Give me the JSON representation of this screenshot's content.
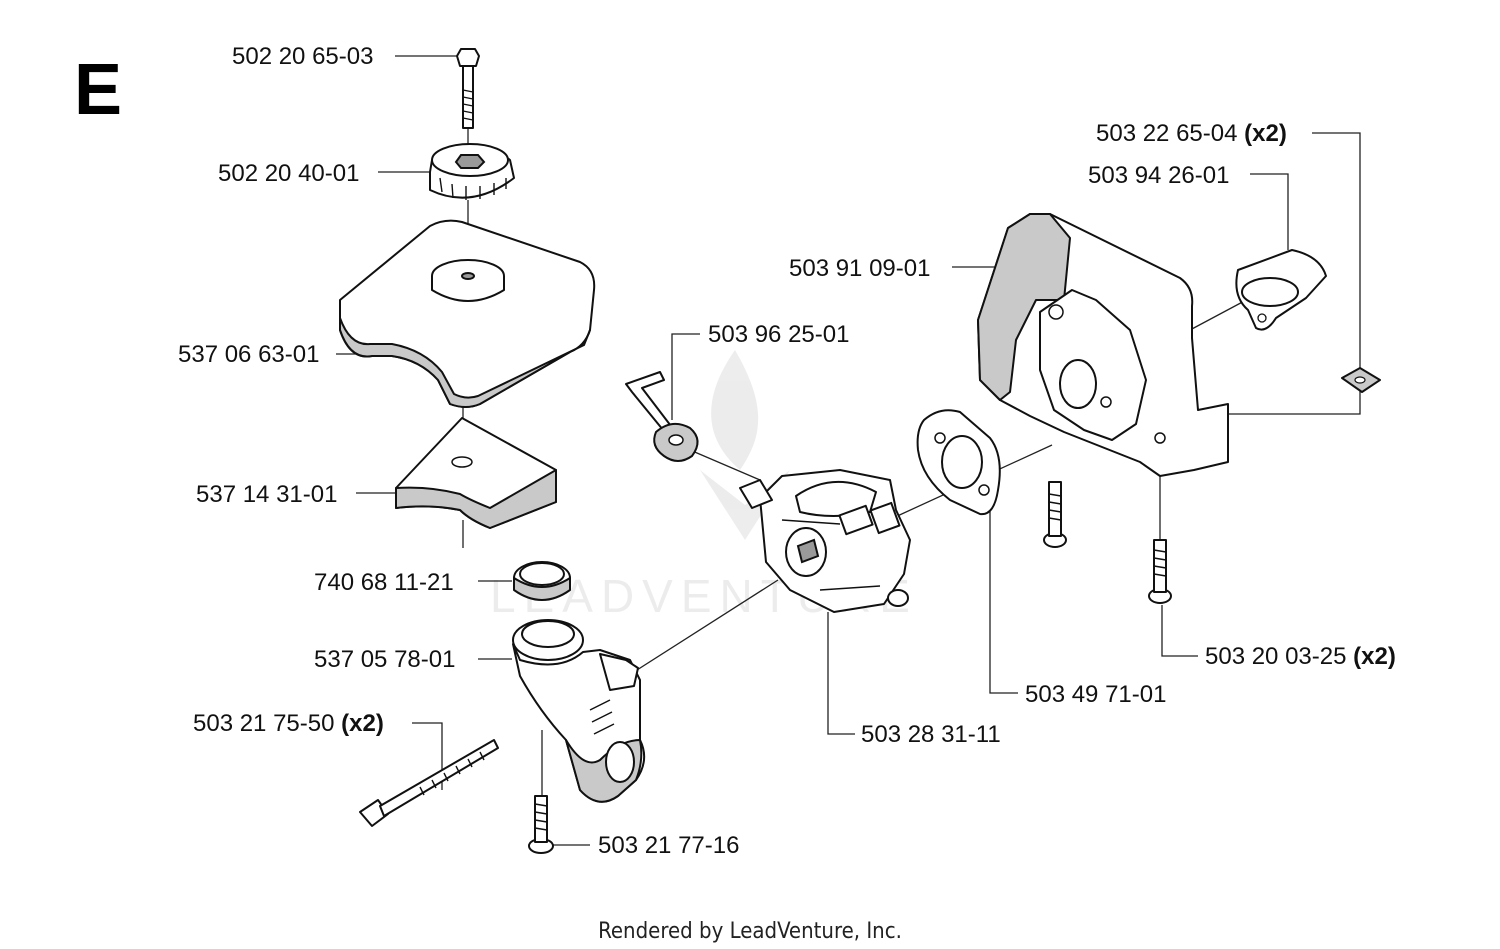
{
  "section": {
    "letter": "E"
  },
  "footer": {
    "text": "Rendered by LeadVenture, Inc."
  },
  "watermark": {
    "text": "LEADVENTURE"
  },
  "parts": [
    {
      "number": "502 20 65-03",
      "qty": ""
    },
    {
      "number": "502 20 40-01",
      "qty": ""
    },
    {
      "number": "537 06 63-01",
      "qty": ""
    },
    {
      "number": "537 14 31-01",
      "qty": ""
    },
    {
      "number": "740 68 11-21",
      "qty": ""
    },
    {
      "number": "537 05 78-01",
      "qty": ""
    },
    {
      "number": "503 21 75-50",
      "qty": "(x2)"
    },
    {
      "number": "503 21 77-16",
      "qty": ""
    },
    {
      "number": "503 96 25-01",
      "qty": ""
    },
    {
      "number": "503 28 31-11",
      "qty": ""
    },
    {
      "number": "503 91 09-01",
      "qty": ""
    },
    {
      "number": "503 22 65-04",
      "qty": "(x2)"
    },
    {
      "number": "503 94 26-01",
      "qty": ""
    },
    {
      "number": "503 20 03-25",
      "qty": "(x2)"
    },
    {
      "number": "503 49 71-01",
      "qty": ""
    }
  ]
}
